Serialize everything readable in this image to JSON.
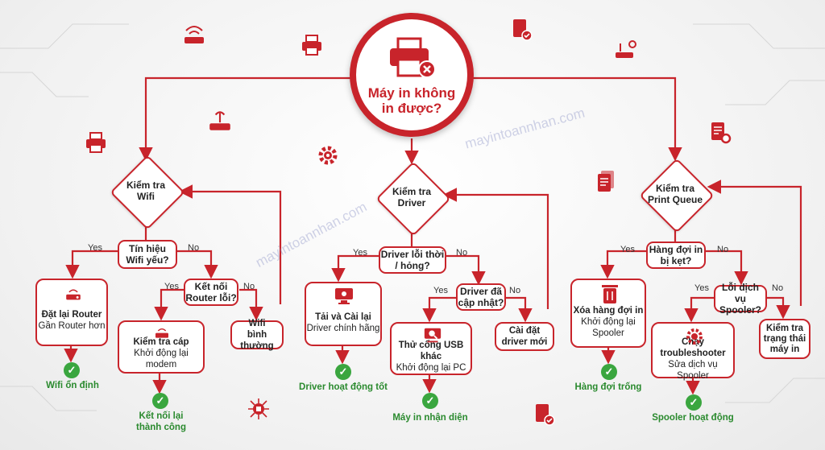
{
  "root": {
    "title_line1": "Máy in không",
    "title_line2": "in được?"
  },
  "watermark": "mayintoannhan.com",
  "yes_label": "Yes",
  "no_label": "No",
  "wifi": {
    "decision_l1": "Kiểm tra",
    "decision_l2": "Wifi",
    "q1_l1": "Tín hiệu",
    "q1_l2": "Wifi yếu?",
    "yes_box_l1": "Đặt lại Router",
    "yes_box_l2": "Gần Router hơn",
    "yes_result": "Wifi ổn định",
    "q2_l1": "Kết nối",
    "q2_l2": "Router lỗi?",
    "q2_yes_box_l1": "Kiểm tra cáp",
    "q2_yes_box_l2": "Khởi động lại modem",
    "q2_yes_result_l1": "Kết nối lại",
    "q2_yes_result_l2": "thành công",
    "q2_no_box_l1": "Wifi",
    "q2_no_box_l2": "bình thường"
  },
  "driver": {
    "decision_l1": "Kiểm tra",
    "decision_l2": "Driver",
    "q1_l1": "Driver lỗi thời",
    "q1_l2": "/ hỏng?",
    "yes_box_l1": "Tải và Cài lại",
    "yes_box_l2": "Driver chính hãng",
    "yes_result": "Driver hoạt động tốt",
    "q2_l1": "Driver đã",
    "q2_l2": "cập nhật?",
    "q2_yes_box_l1": "Thử cổng USB khác",
    "q2_yes_box_l2": "Khởi động lại PC",
    "q2_yes_result": "Máy in nhận diện",
    "q2_no_box_l1": "Cài đặt",
    "q2_no_box_l2": "driver mới"
  },
  "queue": {
    "decision_l1": "Kiểm tra",
    "decision_l2": "Print Queue",
    "q1_l1": "Hàng đợi in",
    "q1_l2": "bị kẹt?",
    "yes_box_l1": "Xóa hàng đợi in",
    "yes_box_l2": "Khởi động lại",
    "yes_box_l3": "Spooler",
    "yes_result": "Hàng đợi trống",
    "q2_l1": "Lỗi dịch vụ",
    "q2_l2": "Spooler?",
    "q2_yes_box_l1": "Chạy troubleshooter",
    "q2_yes_box_l2": "Sửa dịch vụ Spooler",
    "q2_yes_result": "Spooler hoạt động",
    "q2_no_box_l1": "Kiểm tra",
    "q2_no_box_l2": "trạng thái",
    "q2_no_box_l3": "máy in"
  },
  "colors": {
    "accent": "#c8242b",
    "success": "#3aa63f",
    "success_text": "#2a8a2e"
  },
  "icons": [
    "printer-error-icon",
    "router-icon",
    "printer-icon",
    "document-check-icon",
    "gear-icon",
    "network-icon",
    "computer-icon",
    "magnifier-icon",
    "trash-document-icon",
    "checkmark-icon"
  ]
}
